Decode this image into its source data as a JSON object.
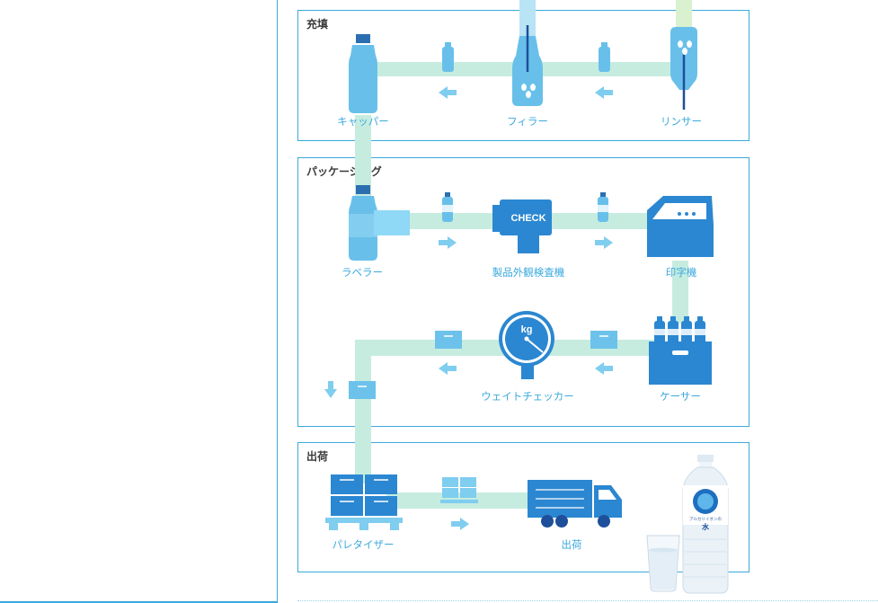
{
  "sections": {
    "filling": {
      "title": "充填"
    },
    "packaging": {
      "title": "パッケージング"
    },
    "shipping": {
      "title": "出荷"
    }
  },
  "machines": {
    "capper": "キャッパー",
    "filler": "フィラー",
    "rinser": "リンサー",
    "labeler": "ラベラー",
    "inspection": "製品外観検査機",
    "printer": "印字機",
    "weight_checker": "ウェイトチェッカー",
    "caser": "ケーサー",
    "palletizer": "パレタイザー",
    "truck": "出荷"
  },
  "inspection_camera": {
    "text": "CHECK"
  },
  "scale": {
    "unit": "kg"
  },
  "product": {
    "brand_text": "アルカリイオンの",
    "name": "水"
  },
  "colors": {
    "border": "#3aa9dd",
    "belt": "#c6ece0",
    "machine_dark": "#2b87d1",
    "machine_light": "#7fcdef",
    "label": "#3aa9dd"
  }
}
